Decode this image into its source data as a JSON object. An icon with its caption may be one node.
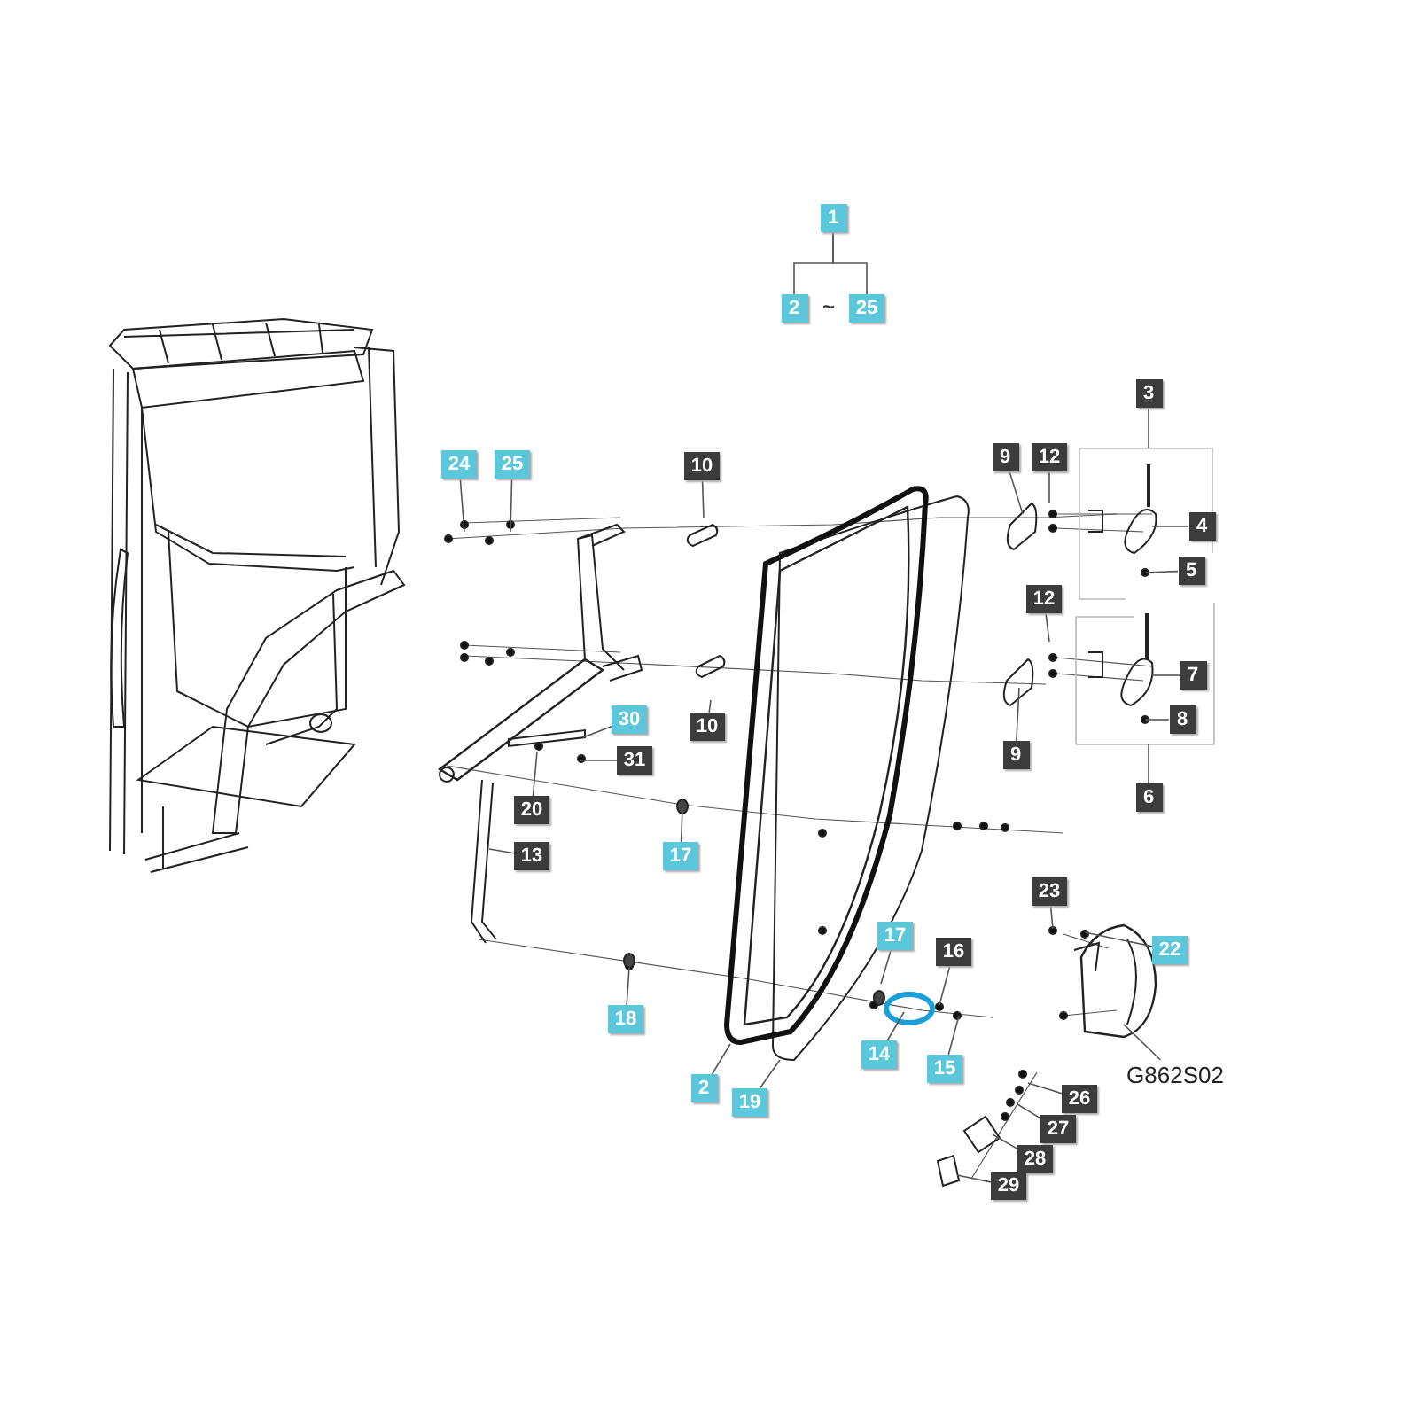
{
  "diagram": {
    "nodes": [
      {
        "text": [
          "1"
        ]
      },
      {
        "text": [
          "2"
        ]
      },
      {
        "text": [
          "25"
        ]
      },
      {
        "text": [
          "3"
        ]
      },
      {
        "text": [
          "24"
        ]
      },
      {
        "text": [
          "25"
        ]
      },
      {
        "text": [
          "10"
        ]
      },
      {
        "text": [
          "9"
        ]
      },
      {
        "text": [
          "12"
        ]
      },
      {
        "text": [
          "4"
        ]
      },
      {
        "text": [
          "5"
        ]
      },
      {
        "text": [
          "12"
        ]
      },
      {
        "text": [
          "7"
        ]
      },
      {
        "text": [
          "8"
        ]
      },
      {
        "text": [
          "30"
        ]
      },
      {
        "text": [
          "10"
        ]
      },
      {
        "text": [
          "31"
        ]
      },
      {
        "text": [
          "9"
        ]
      },
      {
        "text": [
          "6"
        ]
      },
      {
        "text": [
          "20"
        ]
      },
      {
        "text": [
          "17"
        ]
      },
      {
        "text": [
          "13"
        ]
      },
      {
        "text": [
          "23"
        ]
      },
      {
        "text": [
          "17"
        ]
      },
      {
        "text": [
          "16"
        ]
      },
      {
        "text": [
          "22"
        ]
      },
      {
        "text": [
          "14"
        ]
      },
      {
        "text": [
          "18"
        ]
      },
      {
        "text": [
          "15"
        ]
      },
      {
        "text": [
          "G862S02"
        ]
      },
      {
        "text": [
          "2"
        ]
      },
      {
        "text": [
          "19"
        ]
      },
      {
        "text": [
          "26"
        ]
      },
      {
        "text": [
          "27"
        ]
      },
      {
        "text": [
          "28"
        ]
      },
      {
        "text": [
          "29"
        ]
      }
    ],
    "edges": [
      {
        "from": 0,
        "to": 1,
        "arrow": "none"
      },
      {
        "from": 0,
        "to": 2,
        "arrow": "none"
      },
      {
        "from": 3,
        "to": null,
        "arrow": "none"
      },
      {
        "from": 4,
        "to": null,
        "arrow": "none"
      },
      {
        "from": 5,
        "to": null,
        "arrow": "none"
      },
      {
        "from": 6,
        "to": null,
        "arrow": "none"
      },
      {
        "from": 7,
        "to": null,
        "arrow": "none"
      },
      {
        "from": 8,
        "to": null,
        "arrow": "none"
      },
      {
        "from": 9,
        "to": null,
        "arrow": "none"
      },
      {
        "from": 10,
        "to": null,
        "arrow": "none"
      },
      {
        "from": 11,
        "to": null,
        "arrow": "none"
      },
      {
        "from": 12,
        "to": null,
        "arrow": "none"
      },
      {
        "from": 13,
        "to": null,
        "arrow": "none"
      },
      {
        "from": 14,
        "to": null,
        "arrow": "none"
      },
      {
        "from": 15,
        "to": null,
        "arrow": "none"
      },
      {
        "from": 16,
        "to": null,
        "arrow": "none"
      },
      {
        "from": 17,
        "to": null,
        "arrow": "none"
      },
      {
        "from": 18,
        "to": null,
        "arrow": "none"
      },
      {
        "from": 19,
        "to": null,
        "arrow": "none"
      },
      {
        "from": 20,
        "to": null,
        "arrow": "none"
      },
      {
        "from": 21,
        "to": null,
        "arrow": "none"
      },
      {
        "from": 22,
        "to": null,
        "arrow": "none"
      },
      {
        "from": 23,
        "to": null,
        "arrow": "none"
      },
      {
        "from": 24,
        "to": null,
        "arrow": "none"
      },
      {
        "from": 25,
        "to": null,
        "arrow": "none"
      },
      {
        "from": 26,
        "to": null,
        "arrow": "none"
      },
      {
        "from": 27,
        "to": null,
        "arrow": "none"
      },
      {
        "from": 28,
        "to": null,
        "arrow": "none"
      },
      {
        "from": 29,
        "to": null,
        "arrow": "none"
      },
      {
        "from": 30,
        "to": null,
        "arrow": "none"
      },
      {
        "from": 31,
        "to": null,
        "arrow": "none"
      },
      {
        "from": 32,
        "to": null,
        "arrow": "none"
      },
      {
        "from": 33,
        "to": null,
        "arrow": "none"
      },
      {
        "from": 34,
        "to": null,
        "arrow": "none"
      },
      {
        "from": 35,
        "to": null,
        "arrow": "none"
      }
    ],
    "labels": [
      "~"
    ]
  }
}
